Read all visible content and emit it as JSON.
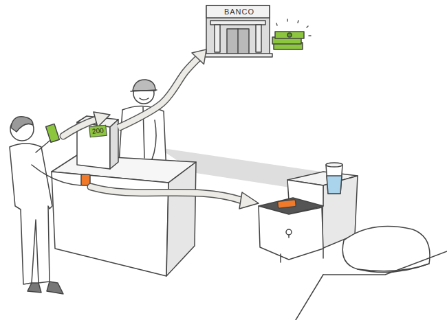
{
  "diagram": {
    "nodes": [
      {
        "text": [
          "BANCO"
        ]
      },
      {
        "text": [
          "200"
        ]
      }
    ],
    "edges": [
      {
        "from": 1,
        "to": 0,
        "arrow": "to"
      }
    ]
  }
}
